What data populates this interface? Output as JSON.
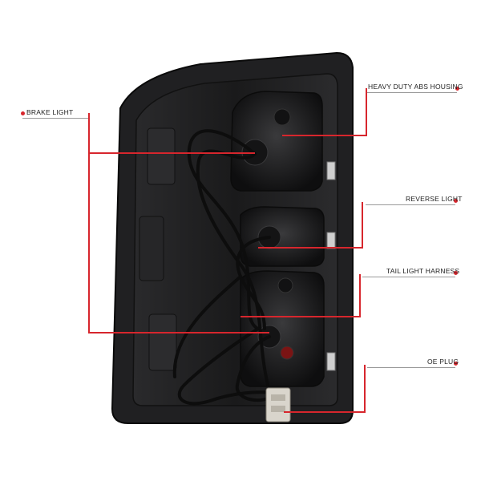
{
  "callouts": {
    "brake_light": "BRAKE LIGHT",
    "heavy_duty_abs_housing": "HEAVY DUTY ABS HOUSING",
    "reverse_light": "REVERSE LIGHT",
    "tail_light_harness": "TAIL LIGHT HARNESS",
    "oe_plug": "OE PLUG"
  },
  "colors": {
    "callout_line": "#d7262d",
    "housing": "#1c1c1e",
    "background": "#ffffff"
  }
}
